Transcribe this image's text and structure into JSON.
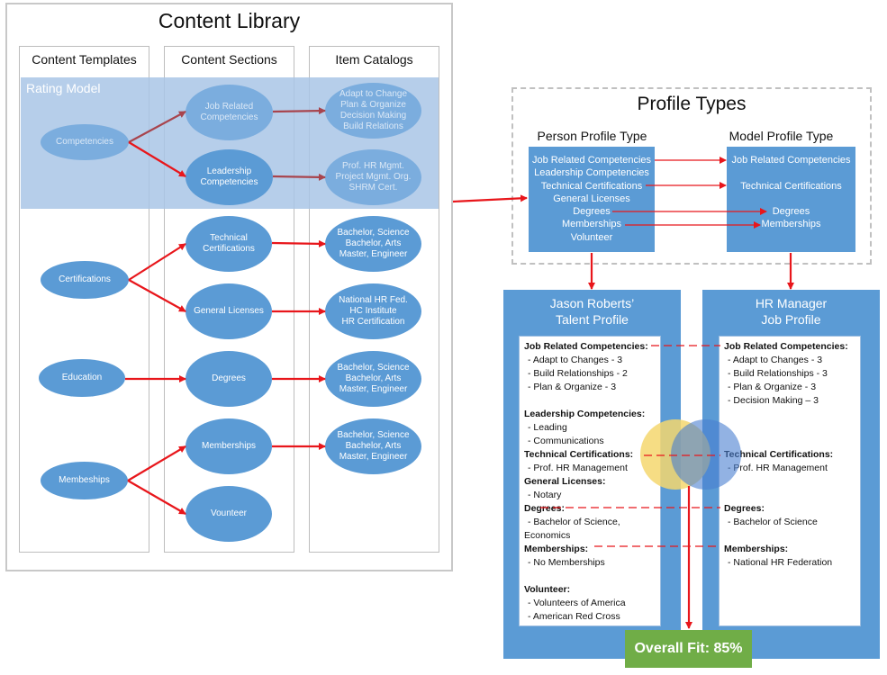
{
  "library": {
    "title": "Content Library",
    "columns": [
      "Content Templates",
      "Content Sections",
      "Item Catalogs"
    ],
    "rating_model": "Rating Model",
    "templates": [
      "Competencies",
      "Certifications",
      "Education",
      "Membeships"
    ],
    "sections": [
      "Job Related\nCompetencies",
      "Leadership\nCompetencies",
      "Technical\nCertifications",
      "General Licenses",
      "Degrees",
      "Memberships",
      "Vounteer"
    ],
    "catalogs": [
      "Adapt to Change\nPlan & Organize\nDecision Making\nBuild Relations",
      "Prof. HR Mgmt.\nProject Mgmt. Org.\nSHRM Cert.",
      "Bachelor, Science\nBachelor, Arts\nMaster, Engineer",
      "National HR Fed.\nHC Institute\nHR Certification",
      "Bachelor, Science\nBachelor, Arts\nMaster, Engineer",
      "Bachelor, Science\nBachelor, Arts\nMaster, Engineer"
    ]
  },
  "profile_types": {
    "title": "Profile Types",
    "person_label": "Person Profile Type",
    "model_label": "Model Profile Type",
    "person_items": [
      "Job Related Competencies",
      "Leadership Competencies",
      "Technical Certifications",
      "General Licenses",
      "Degrees",
      "Memberships",
      "Volunteer"
    ],
    "model_items": [
      "Job Related Competencies",
      "Technical Certifications",
      "Degrees",
      "Memberships"
    ]
  },
  "talent_profile": {
    "title": "Jason Roberts’\nTalent Profile",
    "lines": [
      {
        "h": "Job Related Competencies:"
      },
      {
        "t": "- Adapt to Changes - 3"
      },
      {
        "t": "- Build Relationships - 2"
      },
      {
        "t": "- Plan & Organize - 3"
      },
      {
        "gap": true
      },
      {
        "h": "Leadership Competencies:"
      },
      {
        "t": "- Leading"
      },
      {
        "t": "- Communications"
      },
      {
        "h": "Technical Certifications:"
      },
      {
        "t": "- Prof. HR Management"
      },
      {
        "h": "General Licenses:"
      },
      {
        "t": "- Notary"
      },
      {
        "h": "Degrees:"
      },
      {
        "t": "- Bachelor of Science,"
      },
      {
        "p": "Economics"
      },
      {
        "h": "Memberships:"
      },
      {
        "t": "- No Memberships"
      },
      {
        "gap": true
      },
      {
        "h": "Volunteer:"
      },
      {
        "t": "- Volunteers of America"
      },
      {
        "t": "- American Red Cross"
      }
    ]
  },
  "job_profile": {
    "title": "HR Manager\nJob Profile",
    "lines": [
      {
        "h": "Job Related Competencies:"
      },
      {
        "t": "- Adapt to Changes - 3"
      },
      {
        "t": "- Build Relationships - 3"
      },
      {
        "t": "- Plan & Organize - 3"
      },
      {
        "t": "- Decision Making – 3"
      },
      {
        "gap": true
      },
      {
        "gap": true
      },
      {
        "gap": true
      },
      {
        "h": "Technical Certifications:"
      },
      {
        "t": "- Prof. HR Management"
      },
      {
        "gap": true
      },
      {
        "gap": true
      },
      {
        "h": "Degrees:"
      },
      {
        "t": "- Bachelor of Science"
      },
      {
        "gap": true
      },
      {
        "h": "Memberships:"
      },
      {
        "t": "- National HR Federation"
      }
    ]
  },
  "overall_fit": "Overall Fit: 85%",
  "colors": {
    "accent": "#5b9bd5",
    "arrow": "#e8161b",
    "fit": "#70ad47",
    "venn_yellow": "#f5d76e",
    "venn_blue": "#4a7fd1"
  }
}
